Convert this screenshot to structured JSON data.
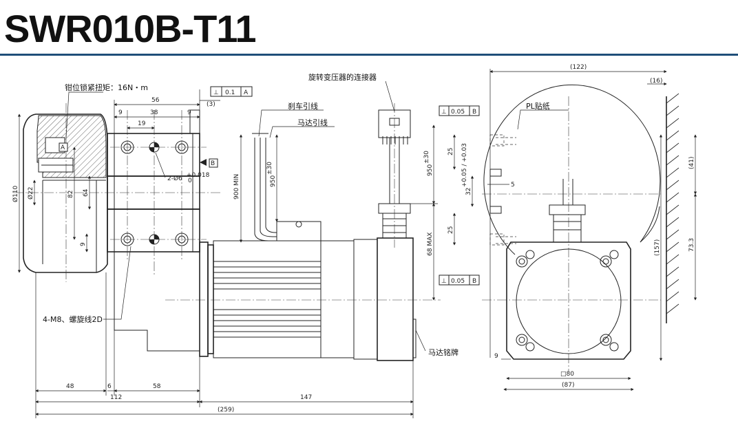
{
  "title": "SWR010B-T11",
  "labels": {
    "torque": "钳位锁紧扭矩：16N・m",
    "resolver_connector": "旋转变压器的连接器",
    "brake_lead": "刹车引线",
    "motor_lead": "马达引线",
    "pl_label": "PL贴纸",
    "thread": "4-M8、螺旋线2D",
    "nameplate": "马达铭牌",
    "pin_hole": "2-Ø6",
    "pin_tol_upper": "+0.018",
    "pin_tol_lower": "0"
  },
  "datum_a": "A",
  "datum_b": "B",
  "tolerance_frames": [
    {
      "symbol": "⊥",
      "value": "0.1",
      "datum": "A"
    },
    {
      "symbol": "⊥",
      "value": "0.05",
      "datum": "B"
    },
    {
      "symbol": "⊥",
      "value": "0.05",
      "datum": "B"
    }
  ],
  "dimensions": {
    "d56": "56",
    "d3": "(3)",
    "d9a": "9",
    "d38": "38",
    "d9b": "9",
    "d19": "19",
    "d110": "Ø110",
    "d22": "Ø22",
    "d82": "82",
    "d64": "64",
    "d9c": "9",
    "d48": "48",
    "d6": "6",
    "d58": "58",
    "d112": "112",
    "d147": "147",
    "d259": "(259)",
    "d900": "900 MIN",
    "d950a": "950",
    "d950a_tol": "±30",
    "d950b": "950",
    "d950b_tol": "±30",
    "d25a": "25",
    "d32": "32",
    "d32_tol": "+0.05 / +0.03",
    "d5": "5",
    "d25b": "25",
    "d68": "68 MAX",
    "d122": "(122)",
    "d16": "(16)",
    "d41": "(41)",
    "d157": "(157)",
    "d733": "73.3",
    "d80": "□80",
    "d87": "(87)",
    "d9d": "9"
  }
}
